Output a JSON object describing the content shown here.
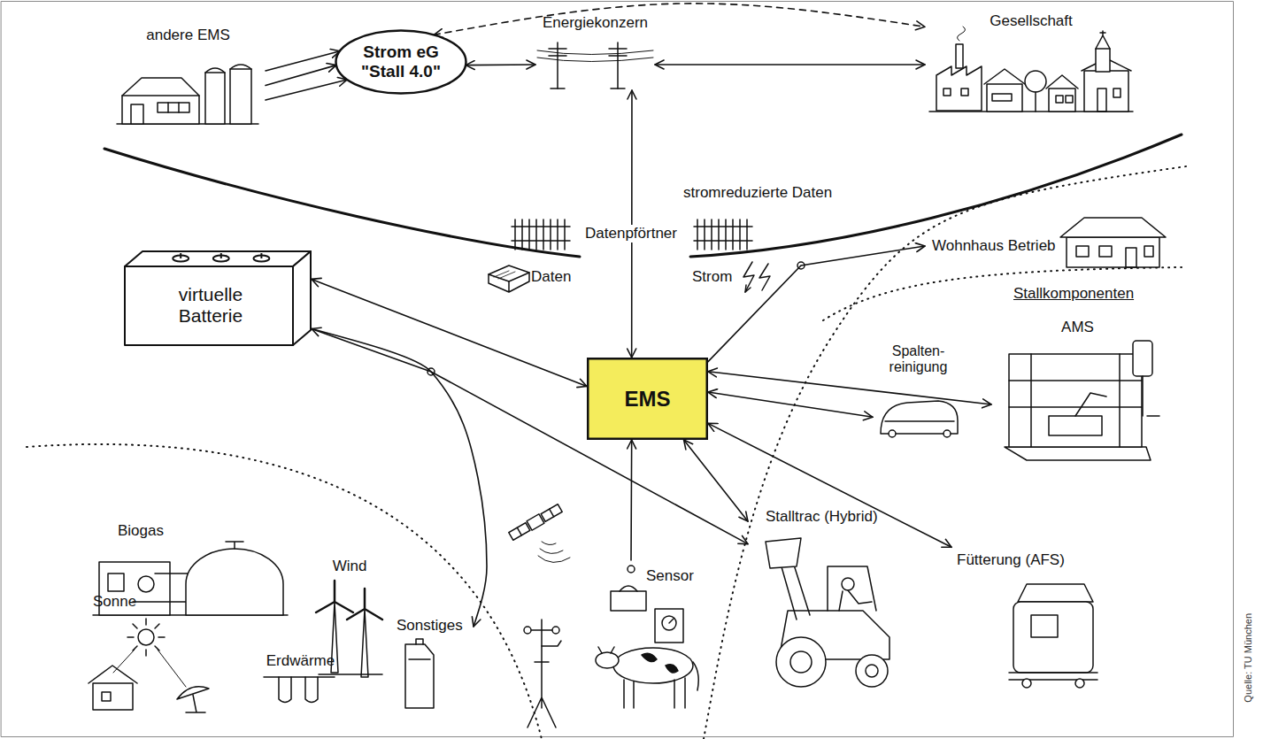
{
  "diagram": {
    "nodes": [
      {
        "text": [
          "andere EMS"
        ]
      },
      {
        "text": [
          "Strom eG \"Stall 4.0\""
        ]
      },
      {
        "text": [
          "Energiekonzern"
        ]
      },
      {
        "text": [
          "Gesellschaft"
        ]
      },
      {
        "text": [
          "virtuelle Batterie"
        ]
      },
      {
        "text": [
          "Wohnhaus Betrieb"
        ]
      },
      {
        "text": [
          "EMS"
        ]
      },
      {
        "text": [
          "AMS"
        ]
      },
      {
        "text": [
          "Spalten- reinigung"
        ]
      },
      {
        "text": [
          "Biogas"
        ]
      },
      {
        "text": [
          "Wind"
        ]
      },
      {
        "text": [
          "Sonne"
        ]
      },
      {
        "text": [
          "Erdwärme"
        ]
      },
      {
        "text": [
          "Sonstiges"
        ]
      },
      {
        "text": [
          "Sensor"
        ]
      },
      {
        "text": [
          "Stalltrac (Hybrid)"
        ]
      },
      {
        "text": [
          "Fütterung (AFS)"
        ]
      }
    ],
    "edges": [
      {
        "from": 0,
        "to": 1,
        "arrow": "to"
      },
      {
        "from": 0,
        "to": 1,
        "arrow": "to"
      },
      {
        "from": 0,
        "to": 1,
        "arrow": "to"
      },
      {
        "from": 1,
        "to": 2,
        "arrow": "both"
      },
      {
        "from": 1,
        "to": 3,
        "arrow": "both"
      },
      {
        "from": 2,
        "to": 3,
        "arrow": "both"
      },
      {
        "from": 6,
        "to": 2,
        "label": "stromreduzierte Daten",
        "arrow": "both"
      },
      {
        "from": 6,
        "to": 4,
        "arrow": "both"
      },
      {
        "from": 6,
        "to": 5,
        "arrow": "to"
      },
      {
        "from": 6,
        "to": 7,
        "arrow": "both"
      },
      {
        "from": 6,
        "to": 8,
        "arrow": "both"
      },
      {
        "from": 6,
        "to": 15,
        "arrow": "both"
      },
      {
        "from": 6,
        "to": 16,
        "arrow": "both"
      },
      {
        "from": 14,
        "to": 6,
        "arrow": "to"
      },
      {
        "from": 4,
        "to": 15,
        "arrow": "both"
      },
      {
        "from": 4,
        "to": 13,
        "arrow": "to"
      }
    ],
    "labels": [
      "Datenpförtner",
      "Daten",
      "Strom",
      "Stallkomponenten",
      "Quelle: TU München"
    ]
  }
}
